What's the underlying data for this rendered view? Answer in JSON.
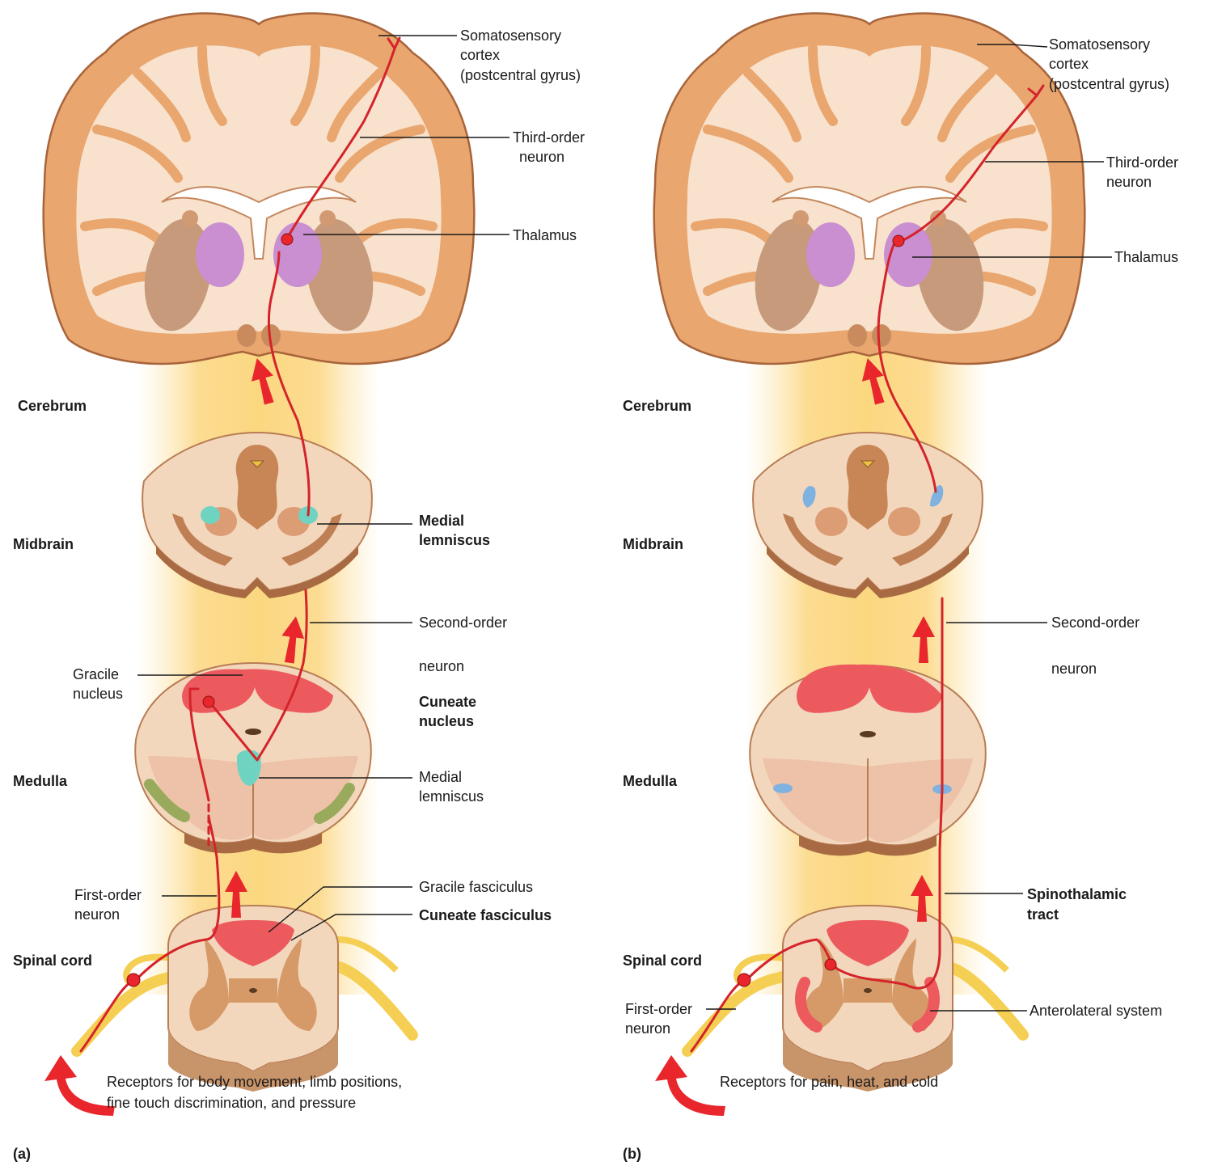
{
  "panels": [
    {
      "id": "a",
      "panel_label": "(a)",
      "levels": [
        "Cerebrum",
        "Midbrain",
        "Medulla",
        "Spinal cord"
      ],
      "labels": {
        "somatosensory_1": "Somatosensory",
        "somatosensory_2": "cortex",
        "somatosensory_3": "(postcentral gyrus)",
        "third_order_1": "Third-order",
        "third_order_2": "neuron",
        "thalamus": "Thalamus",
        "medial_lemniscus_mid_1": "Medial",
        "medial_lemniscus_mid_2": "lemniscus",
        "second_order_1": "Second-order",
        "second_order_2": "neuron",
        "gracile_nucleus_1": "Gracile",
        "gracile_nucleus_2": "nucleus",
        "cuneate_nucleus_1": "Cuneate",
        "cuneate_nucleus_2": "nucleus",
        "medial_lemniscus_med_1": "Medial",
        "medial_lemniscus_med_2": "lemniscus",
        "first_order_1": "First-order",
        "first_order_2": "neuron",
        "gracile_fasciculus": "Gracile fasciculus",
        "cuneate_fasciculus": "Cuneate fasciculus",
        "receptors_1": "Receptors for body movement, limb positions,",
        "receptors_2": "fine touch discrimination, and pressure"
      }
    },
    {
      "id": "b",
      "panel_label": "(b)",
      "levels": [
        "Cerebrum",
        "Midbrain",
        "Medulla",
        "Spinal cord"
      ],
      "labels": {
        "somatosensory_1": "Somatosensory",
        "somatosensory_2": "cortex",
        "somatosensory_3": "(postcentral gyrus)",
        "third_order_1": "Third-order",
        "third_order_2": "neuron",
        "thalamus": "Thalamus",
        "second_order_1": "Second-order",
        "second_order_2": "neuron",
        "spinothalamic_1": "Spinothalamic",
        "spinothalamic_2": "tract",
        "first_order_1": "First-order",
        "first_order_2": "neuron",
        "anterolateral": "Anterolateral system",
        "receptors_1": "Receptors for pain, heat, and cold"
      }
    }
  ],
  "colors": {
    "background_glow": "#fbd98a",
    "cortex": "#e9a66f",
    "white_matter": "#f8e2cd",
    "thalamus": "#c98fd0",
    "neuron": "#d4242a",
    "nucleus_red": "#ec5a5e",
    "lemniscus_teal": "#6fd3c2",
    "spinothalamic_blue": "#7fb2e0",
    "olive": "#9aaa5c",
    "nerve_yellow": "#f5cf53"
  }
}
